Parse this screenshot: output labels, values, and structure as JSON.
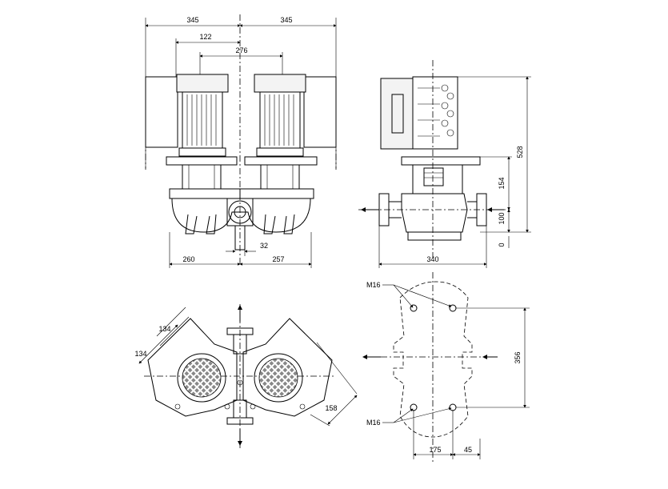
{
  "dimensions": {
    "front_half_left": "345",
    "front_half_right": "345",
    "motor_offset": "122",
    "motor_spacing": "276",
    "foot_left": "260",
    "foot_right": "257",
    "pipe_offset": "32",
    "side_depth": "340",
    "height_total": "528",
    "height_flange": "154",
    "height_axis": "100",
    "height_zero": "0",
    "plan_diag_1": "134",
    "plan_diag_2": "134",
    "plan_diag_3": "158",
    "base_height": "356",
    "base_width_1": "175",
    "base_width_2": "45",
    "bolt_top": "M16",
    "bolt_bottom": "M16"
  }
}
